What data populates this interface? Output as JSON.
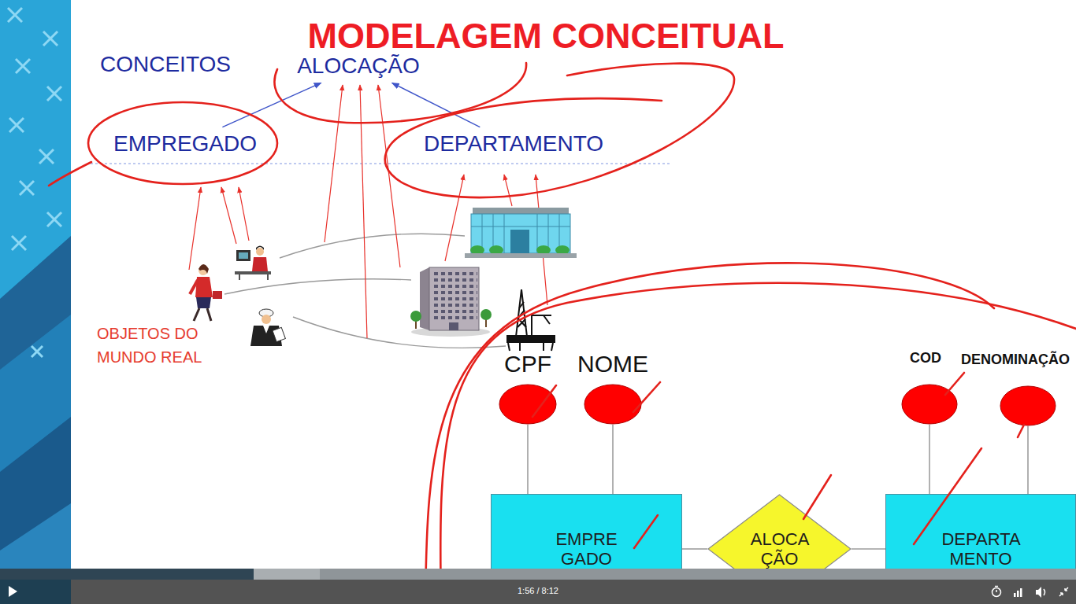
{
  "diagram": {
    "title": "MODELAGEM CONCEITUAL",
    "nodes": [
      {
        "text": [
          "ALOCAÇÃO"
        ]
      },
      {
        "text": [
          "EMPREGADO"
        ]
      },
      {
        "text": [
          "DEPARTAMENTO"
        ]
      },
      {
        "text": [
          "CPF"
        ]
      },
      {
        "text": [
          "NOME"
        ]
      },
      {
        "text": [
          "COD"
        ]
      },
      {
        "text": [
          "DENOMINAÇÃO"
        ]
      },
      {
        "text": [
          "EMPRE GADO"
        ]
      },
      {
        "text": [
          "ALOCA ÇÃO"
        ]
      },
      {
        "text": [
          "DEPARTA MENTO"
        ]
      }
    ],
    "edges": [
      {
        "from": 1,
        "to": 0,
        "arrow": "to"
      },
      {
        "from": 2,
        "to": 0,
        "arrow": "to"
      },
      {
        "from": 3,
        "to": 7,
        "arrow": "none"
      },
      {
        "from": 4,
        "to": 7,
        "arrow": "none"
      },
      {
        "from": 5,
        "to": 9,
        "arrow": "none"
      },
      {
        "from": 6,
        "to": 9,
        "arrow": "none"
      },
      {
        "from": 7,
        "to": 8,
        "arrow": "none"
      },
      {
        "from": 8,
        "to": 9,
        "arrow": "none"
      }
    ],
    "labels": [
      "CONCEITOS",
      "OBJETOS DO MUNDO REAL",
      "1:56 / 8:12"
    ]
  }
}
